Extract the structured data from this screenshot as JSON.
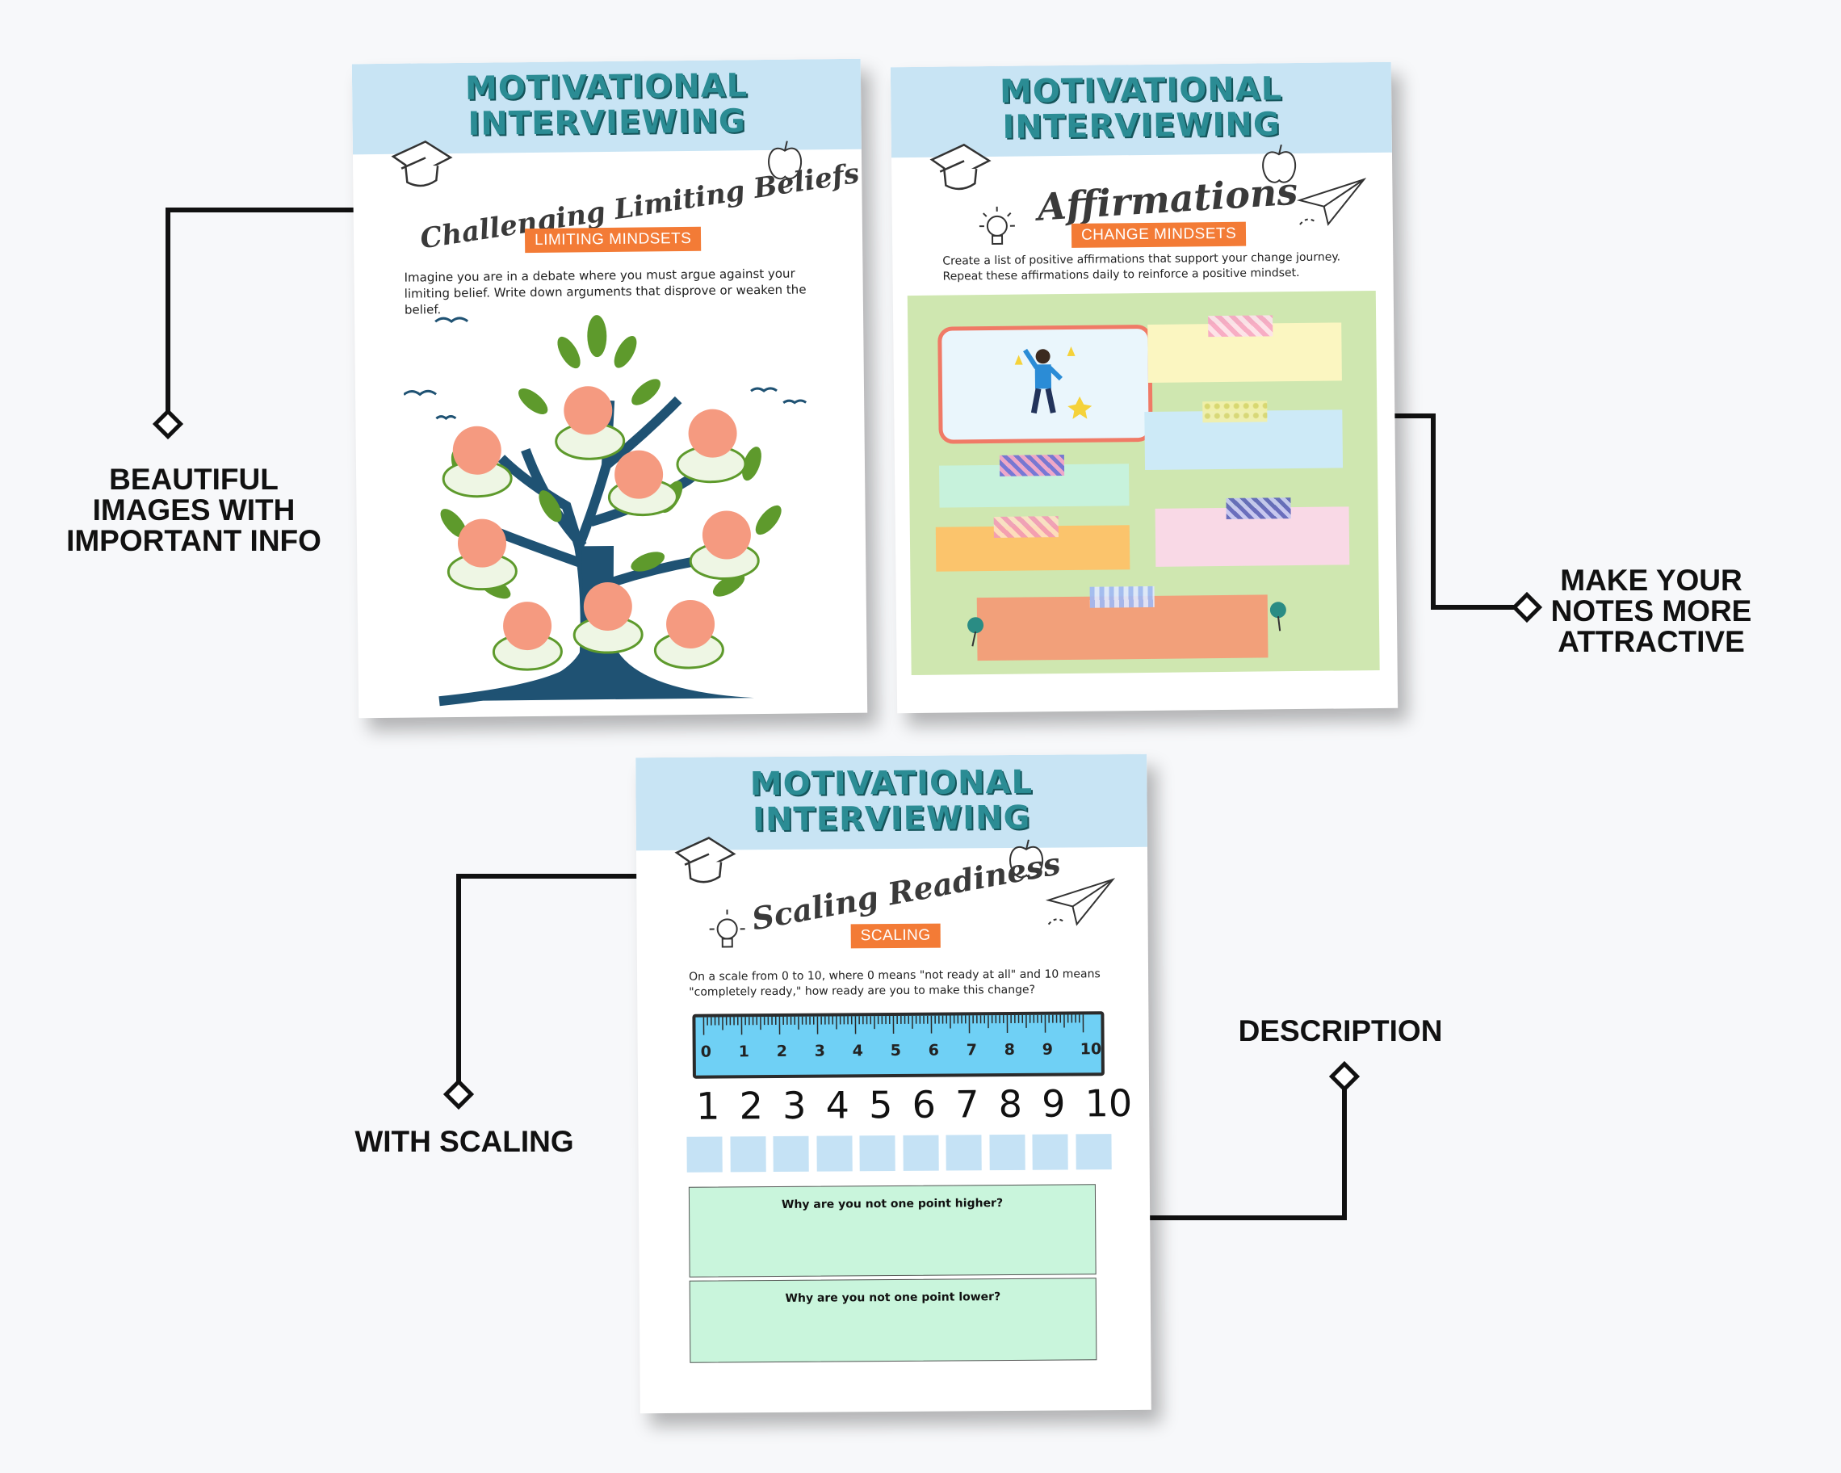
{
  "callouts": {
    "images": [
      "BEAUTIFUL",
      "IMAGES WITH",
      "IMPORTANT INFO"
    ],
    "notes": [
      "MAKE YOUR",
      "NOTES MORE",
      "ATTRACTIVE"
    ],
    "scaling": "WITH SCALING",
    "description": "DESCRIPTION"
  },
  "header": {
    "line1": "MOTIVATIONAL",
    "line2": "INTERVIEWING"
  },
  "page1": {
    "title": "Challenging Limiting Beliefs",
    "tag": "LIMITING MINDSETS",
    "text": "Imagine you are in a debate where you must argue against your limiting belief. Write down arguments that disprove or weaken the belief."
  },
  "page2": {
    "title": "Affirmations",
    "tag": "CHANGE MINDSETS",
    "text": "Create a list of positive affirmations that support your change journey. Repeat these affirmations daily to reinforce a positive mindset."
  },
  "page3": {
    "title": "Scaling Readiness",
    "tag": "SCALING",
    "text": "On a scale from 0 to 10, where 0 means \"not ready at all\" and 10 means \"completely ready,\" how ready are you to make this change?",
    "ruler": [
      "0",
      "1",
      "2",
      "3",
      "4",
      "5",
      "6",
      "7",
      "8",
      "9",
      "10"
    ],
    "scale": [
      "1",
      "2",
      "3",
      "4",
      "5",
      "6",
      "7",
      "8",
      "9",
      "10"
    ],
    "q_higher": "Why are you not one point higher?",
    "q_lower": "Why are you not one point lower?"
  },
  "colors": {
    "band": "#c8e4f4",
    "title_teal": "#2b8c94",
    "tag_orange": "#f37b36",
    "fruit": "#f59a80",
    "tree": "#1f5273",
    "leaf": "#5e9a2c",
    "ruler": "#6fd0f5",
    "answer": "#c9f5dc"
  }
}
